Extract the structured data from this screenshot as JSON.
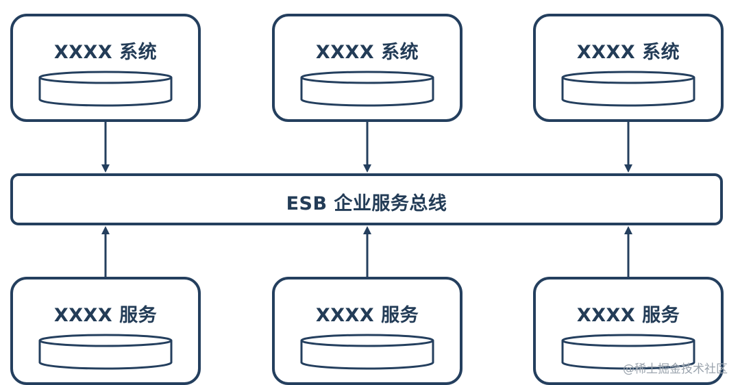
{
  "diagram": {
    "systems": [
      {
        "label": "XXXX 系统"
      },
      {
        "label": "XXXX 系统"
      },
      {
        "label": "XXXX 系统"
      }
    ],
    "bus": {
      "label": "ESB 企业服务总线"
    },
    "services": [
      {
        "label": "XXXX 服务"
      },
      {
        "label": "XXXX 服务"
      },
      {
        "label": "XXXX 服务"
      }
    ]
  },
  "watermark": "@稀土掘金技术社区",
  "colors": {
    "stroke": "#243f5e",
    "text": "#233c57",
    "watermark": "#9aa3ad"
  }
}
